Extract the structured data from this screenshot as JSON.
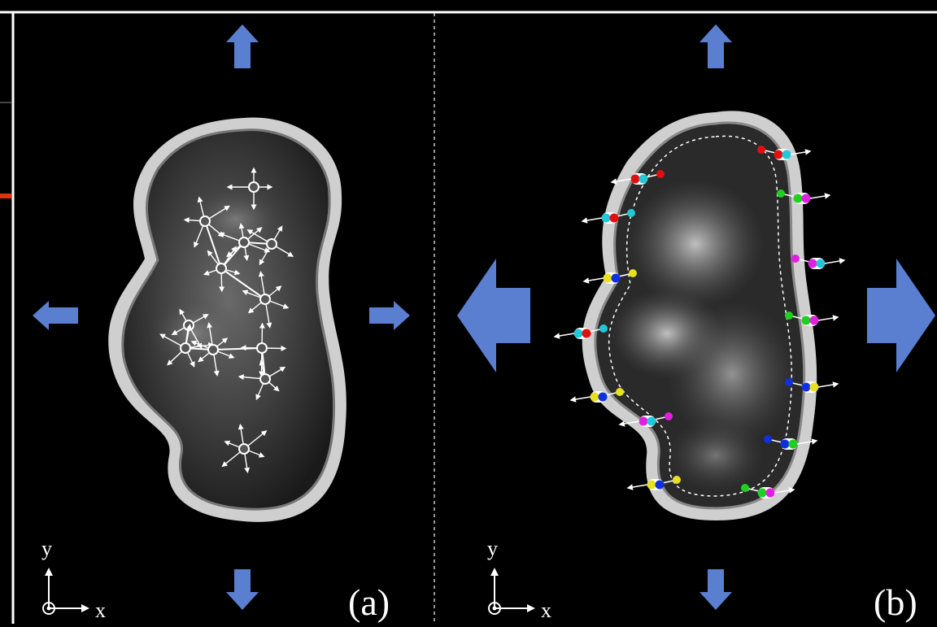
{
  "panels": [
    {
      "label": "(a)",
      "axis_x": "x",
      "axis_y": "y"
    },
    {
      "label": "(b)",
      "axis_x": "x",
      "axis_y": "y"
    }
  ],
  "colors": {
    "background": "#000000",
    "arrow_fill": "#5b7fd0",
    "membrane": "#d8d8d8",
    "molecule_red": "#e01010",
    "molecule_cyan": "#20c8d8",
    "molecule_blue": "#1030e0",
    "molecule_yellow": "#e8e020",
    "molecule_green": "#20d020",
    "molecule_magenta": "#e020e0",
    "side_marker": "#e03010"
  }
}
